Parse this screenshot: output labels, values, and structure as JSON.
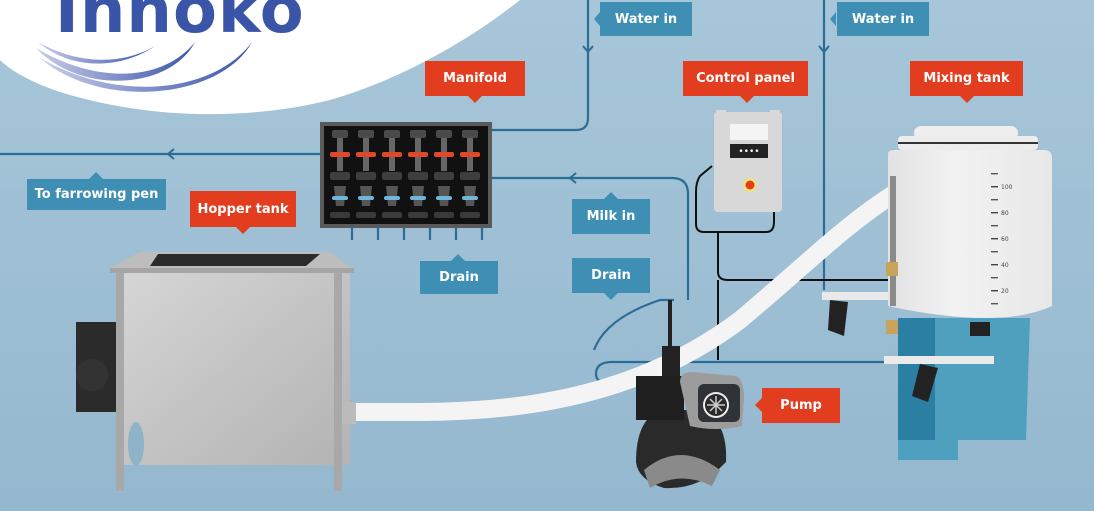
{
  "brand": {
    "name": "Innoko",
    "color": "#3a55a8"
  },
  "colors": {
    "background": "#9dbfd4",
    "pipe_blue": "#2b6d94",
    "label_blue": "#3f8fb4",
    "label_red": "#e23d1f",
    "hose_white": "#f5f5f5"
  },
  "labels": {
    "water_in_1": "Water in",
    "water_in_2": "Water in",
    "manifold": "Manifold",
    "control_panel": "Control panel",
    "mixing_tank": "Mixing tank",
    "to_farrowing_pen": "To farrowing pen",
    "hopper_tank": "Hopper tank",
    "drain_manifold": "Drain",
    "milk_in": "Milk in",
    "drain_pump": "Drain",
    "pump": "Pump"
  },
  "mixing_tank_scale": [
    "100",
    "80",
    "60",
    "40",
    "20"
  ],
  "control_panel_display": "••••"
}
